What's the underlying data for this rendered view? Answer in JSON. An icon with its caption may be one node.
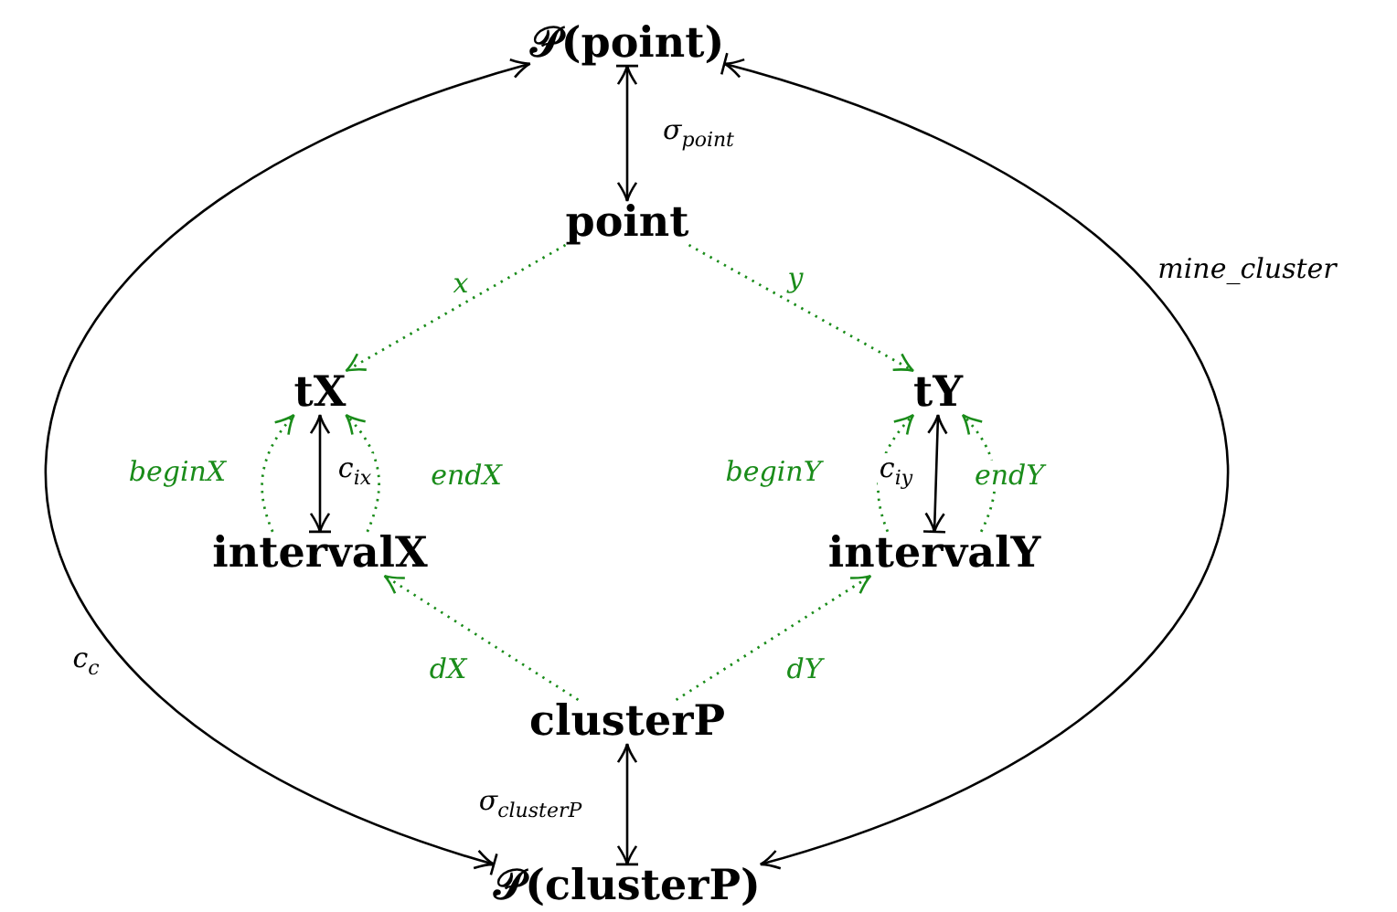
{
  "diagram": {
    "nodes": [
      {
        "text": [
          "𝒫(point)"
        ]
      },
      {
        "text": [
          "point"
        ]
      },
      {
        "text": [
          "tX"
        ]
      },
      {
        "text": [
          "tY"
        ]
      },
      {
        "text": [
          "intervalX"
        ]
      },
      {
        "text": [
          "intervalY"
        ]
      },
      {
        "text": [
          "clusterP"
        ]
      },
      {
        "text": [
          "𝒫(clusterP)"
        ]
      }
    ],
    "edges": [
      {
        "from": 1,
        "to": 0,
        "arrow": "both",
        "label": "σ$_{point}$",
        "color": "#000000"
      },
      {
        "from": 0,
        "to": 7,
        "arrow": "both",
        "label": "c$_{c}$",
        "color": "#000000"
      },
      {
        "from": 7,
        "to": 0,
        "arrow": "both",
        "label": "mine_cluster",
        "color": "#000000"
      },
      {
        "from": 1,
        "to": 2,
        "arrow": "to",
        "label": "x",
        "style": "dashed"
      },
      {
        "from": 1,
        "to": 3,
        "arrow": "to",
        "label": "y",
        "style": "dashed"
      },
      {
        "from": 4,
        "to": 2,
        "arrow": "to",
        "label": "beginX",
        "style": "dashed"
      },
      {
        "from": 4,
        "to": 2,
        "arrow": "to",
        "label": "endX",
        "style": "dashed"
      },
      {
        "from": 2,
        "to": 4,
        "arrow": "both",
        "label": "c$_{ix}$",
        "color": "#000000"
      },
      {
        "from": 5,
        "to": 3,
        "arrow": "to",
        "label": "beginY",
        "style": "dashed"
      },
      {
        "from": 5,
        "to": 3,
        "arrow": "to",
        "label": "endY",
        "style": "dashed"
      },
      {
        "from": 3,
        "to": 5,
        "arrow": "both",
        "label": "c$_{iy}$",
        "color": "#000000"
      },
      {
        "from": 6,
        "to": 4,
        "arrow": "to",
        "label": "dX",
        "style": "dashed"
      },
      {
        "from": 6,
        "to": 5,
        "arrow": "to",
        "label": "dY",
        "style": "dashed"
      },
      {
        "from": 6,
        "to": 7,
        "arrow": "both",
        "label": "σ$_{clusterP}$",
        "color": "#000000"
      }
    ]
  }
}
